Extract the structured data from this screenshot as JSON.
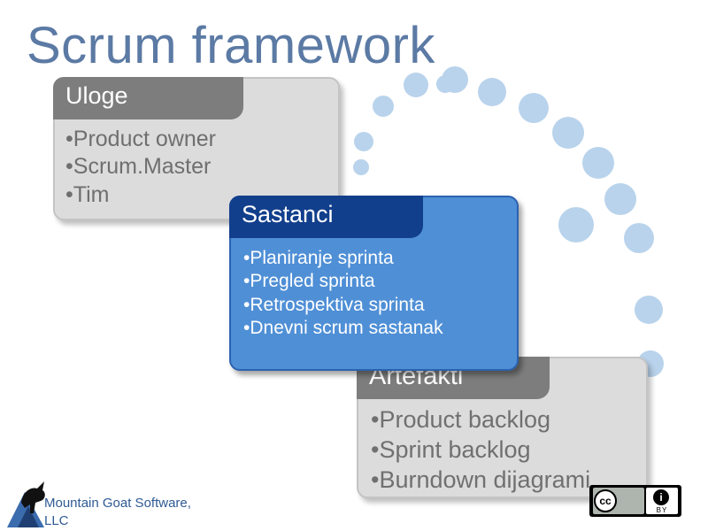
{
  "slide": {
    "title": "Scrum framework"
  },
  "roles": {
    "heading": "Uloge",
    "items": [
      "Product owner",
      "Scrum.Master",
      "Tim"
    ]
  },
  "meetings": {
    "heading": "Sastanci",
    "items": [
      "Planiranje sprinta",
      "Pregled sprinta",
      "Retrospektiva sprinta",
      "Dnevni scrum sastanak"
    ]
  },
  "artifacts": {
    "heading": "Artefakti",
    "items": [
      "Product backlog",
      "Sprint backlog",
      "Burndown dijagrami"
    ]
  },
  "footer": {
    "logo_line1": "Mountain Goat Software,",
    "logo_line2": "LLC",
    "license_label": "BY",
    "license_cc": "cc",
    "license_info": "i"
  },
  "colors": {
    "title": "#5b7aa4",
    "grey_card": "#dcdcdc",
    "grey_tab": "#7d7d7d",
    "blue_card": "#4f8fd6",
    "blue_tab": "#123f8c",
    "dots": "#b9d3ec"
  },
  "icons": {
    "logo": "mountain-goat-logo-icon",
    "license": "creative-commons-by-icon"
  }
}
